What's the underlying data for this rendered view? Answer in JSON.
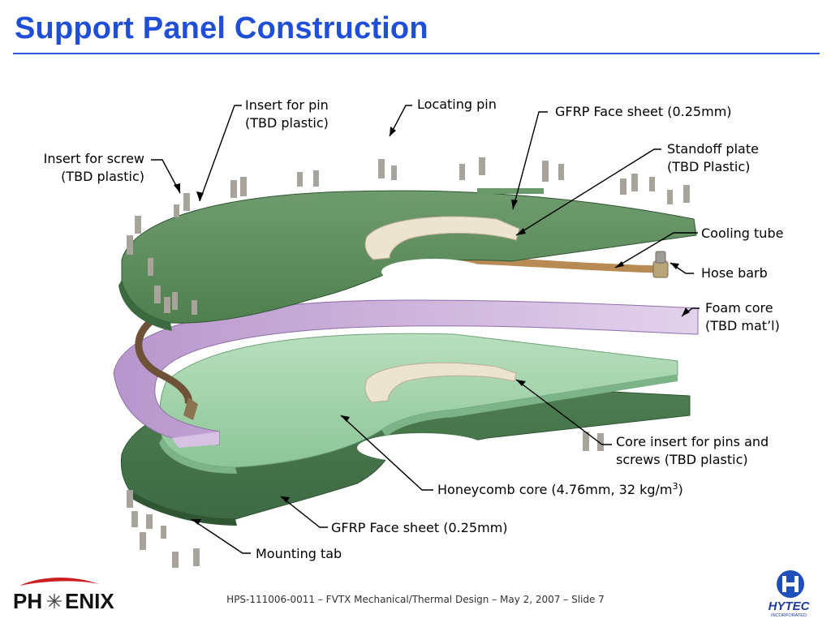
{
  "slide": {
    "title": "Support Panel Construction",
    "footer": "HPS-111006-0011 – FVTX Mechanical/Thermal Design – May 2, 2007 – Slide 7"
  },
  "labels": {
    "insert_pin": [
      "Insert for pin",
      "(TBD plastic)"
    ],
    "locating_pin": "Locating pin",
    "insert_screw": [
      "Insert for screw",
      "(TBD plastic)"
    ],
    "gfrp_top": "GFRP Face sheet (0.25mm)",
    "standoff": [
      "Standoff plate",
      "(TBD Plastic)"
    ],
    "cooling_tube": "Cooling tube",
    "hose_barb": "Hose barb",
    "foam_core": [
      "Foam core",
      "(TBD mat’l)"
    ],
    "core_insert": [
      "Core insert for pins and",
      "screws (TBD plastic)"
    ],
    "honeycomb_text": "Honeycomb core (4.76mm, 32 kg/m",
    "honeycomb_sup": "3",
    "honeycomb_close": ")",
    "gfrp_bottom": "GFRP Face sheet (0.25mm)",
    "mounting_tab": "Mounting tab"
  },
  "logos": {
    "left_brand_a": "PH",
    "left_brand_b": "ENIX",
    "right_brand": "HYTEC",
    "right_sub": "INCORPORATED"
  },
  "colors": {
    "title": "#1f4fd8",
    "face_sheet": "#5b8a5a",
    "honeycomb": "#a6d4ad",
    "foam_core": "#c7a6d6",
    "cooling_tube": "#b88a54",
    "insert_plastic": "#ede4cf",
    "pin_metal": "#a8a49c"
  }
}
